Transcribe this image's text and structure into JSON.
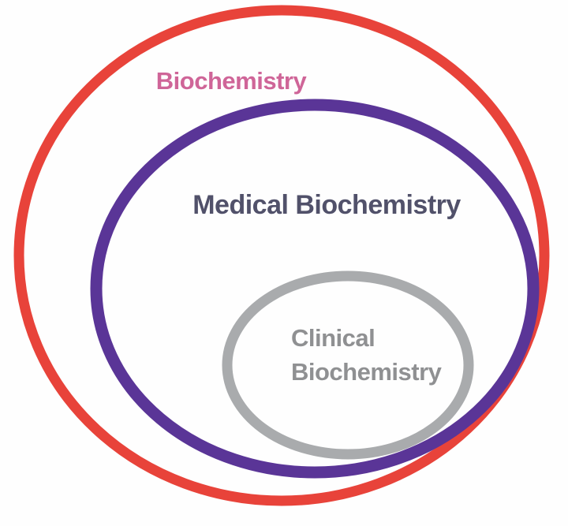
{
  "diagram": {
    "sets": [
      {
        "label": "Biochemistry",
        "ring_color": "#e8433a",
        "label_color": "#cf6598"
      },
      {
        "label": "Medical Biochemistry",
        "ring_color": "#5a3597",
        "label_color": "#51516a"
      },
      {
        "label": "Clinical Biochemistry",
        "label_line1": "Clinical",
        "label_line2": "Biochemistry",
        "ring_color": "#a9abad",
        "label_color": "#8f9092"
      }
    ]
  }
}
